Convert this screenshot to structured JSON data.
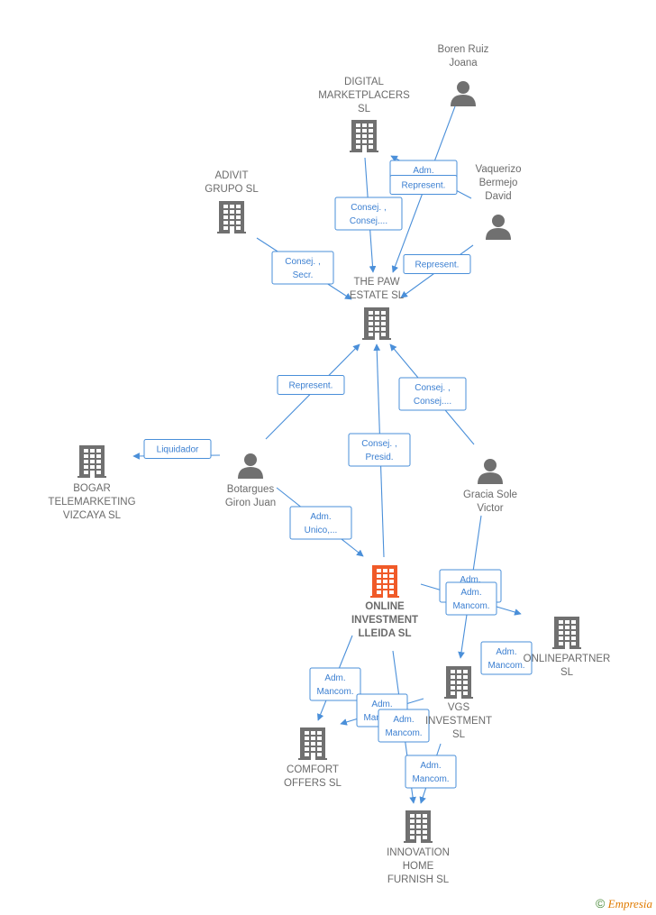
{
  "colors": {
    "accent": "#4a8fd9",
    "node_gray": "#707070",
    "node_main": "#f05a28"
  },
  "nodes": {
    "boren": {
      "lines": [
        "Boren Ruiz",
        "Joana"
      ],
      "icon": "person-icon"
    },
    "digital": {
      "lines": [
        "DIGITAL",
        "MARKETPLACERS",
        "SL"
      ],
      "icon": "building-icon"
    },
    "vaquerizo": {
      "lines": [
        "Vaquerizo",
        "Bermejo",
        "David"
      ],
      "icon": "person-icon"
    },
    "adivit": {
      "lines": [
        "ADIVIT",
        "GRUPO  SL"
      ],
      "icon": "building-icon"
    },
    "paw": {
      "lines": [
        "THE PAW",
        "ESTATE  SL"
      ],
      "icon": "building-icon"
    },
    "bogar": {
      "lines": [
        "BOGAR",
        "TELEMARKETING",
        "VIZCAYA SL"
      ],
      "icon": "building-icon"
    },
    "botargues": {
      "lines": [
        "Botargues",
        "Giron Juan"
      ],
      "icon": "person-icon"
    },
    "gracia": {
      "lines": [
        "Gracia Sole",
        "Victor"
      ],
      "icon": "person-icon"
    },
    "online": {
      "lines": [
        "ONLINE",
        "INVESTMENT",
        "LLEIDA  SL"
      ],
      "icon": "building-icon",
      "main": true
    },
    "onlinepartner": {
      "lines": [
        "ONLINEPARTNER",
        "SL"
      ],
      "icon": "building-icon"
    },
    "vgs": {
      "lines": [
        "VGS",
        "INVESTMENT",
        "SL"
      ],
      "icon": "building-icon"
    },
    "comfort": {
      "lines": [
        "COMFORT",
        "OFFERS SL"
      ],
      "icon": "building-icon"
    },
    "innovation": {
      "lines": [
        "INNOVATION",
        "HOME",
        "FURNISH  SL"
      ],
      "icon": "building-icon"
    }
  },
  "edges": [
    {
      "id": "e1",
      "lines": [
        "Adm.",
        "Represent."
      ]
    },
    {
      "id": "e2",
      "lines": [
        "Represent."
      ]
    },
    {
      "id": "e3",
      "lines": [
        "Consej. ,",
        "Consej...."
      ]
    },
    {
      "id": "e4",
      "lines": [
        "Represent."
      ]
    },
    {
      "id": "e5",
      "lines": [
        "Consej. ,",
        "Secr."
      ]
    },
    {
      "id": "e6",
      "lines": [
        "Represent."
      ]
    },
    {
      "id": "e7",
      "lines": [
        "Consej. ,",
        "Consej...."
      ]
    },
    {
      "id": "e8",
      "lines": [
        "Consej. ,",
        "Presid."
      ]
    },
    {
      "id": "e9",
      "lines": [
        "Liquidador"
      ]
    },
    {
      "id": "e10",
      "lines": [
        "Adm.",
        "Unico,..."
      ]
    },
    {
      "id": "e11",
      "lines": [
        "Adm.",
        "Unico,..."
      ]
    },
    {
      "id": "e12",
      "lines": [
        "Adm.",
        "Mancom."
      ]
    },
    {
      "id": "e13",
      "lines": [
        "Adm.",
        "Mancom."
      ]
    },
    {
      "id": "e14",
      "lines": [
        "Adm.",
        "Mancom."
      ]
    },
    {
      "id": "e15",
      "lines": [
        "Adm.",
        "Mancom."
      ]
    },
    {
      "id": "e16",
      "lines": [
        "Adm.",
        "Mancom."
      ]
    },
    {
      "id": "e17",
      "lines": [
        "Adm.",
        "Mancom."
      ]
    }
  ],
  "footer": {
    "copyright": "©",
    "brand": "Empresia"
  }
}
